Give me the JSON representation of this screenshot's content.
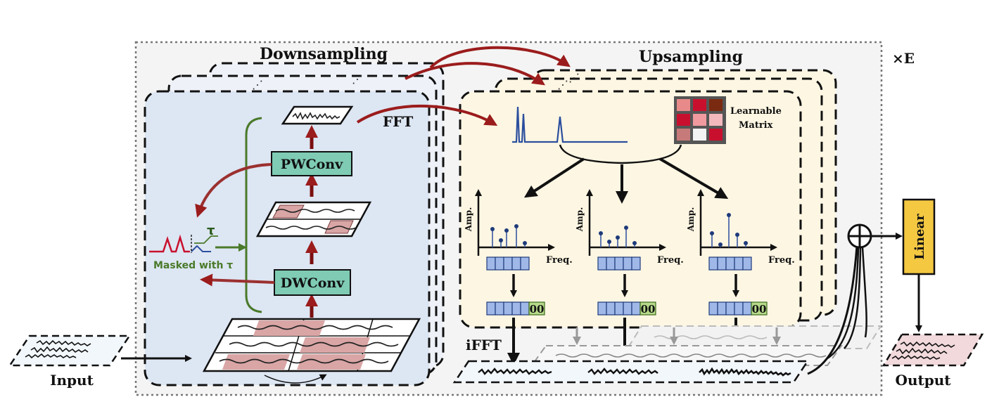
{
  "labels": {
    "downsampling": "Downsampling",
    "upsampling": "Upsampling",
    "repeat": "×E",
    "fft": "FFT",
    "ifft": "iFFT",
    "learnable_line1": "Learnable",
    "learnable_line2": "Matrix",
    "pwconv": "PWConv",
    "dwconv": "DWConv",
    "tau": "τ",
    "masked": "Masked with τ",
    "amp": "Amp.",
    "freq": "Freq.",
    "zeros": "00",
    "linear": "Linear",
    "input": "Input",
    "output": "Output"
  },
  "colors": {
    "down_bg": "#dde6f3",
    "up_bg": "#fdf6e3",
    "conv_box": "#7fcbb4",
    "linear_box": "#f5c842",
    "arrow_red": "#9b1c1c",
    "mask_green": "#4a7a2a",
    "spectrum_blue": "#2c4f9e",
    "token_blue": "#9fb8e8",
    "zero_green": "#b6d98a",
    "patch_pink": "#d9a5a5"
  },
  "learnable_matrix": {
    "cells": [
      "#e88a8a",
      "#c8102e",
      "#7a2a10",
      "#c8102e",
      "#f09aa0",
      "#f2b8bc",
      "#c77a7a",
      "#f2f2f2",
      "#c8102e"
    ]
  }
}
